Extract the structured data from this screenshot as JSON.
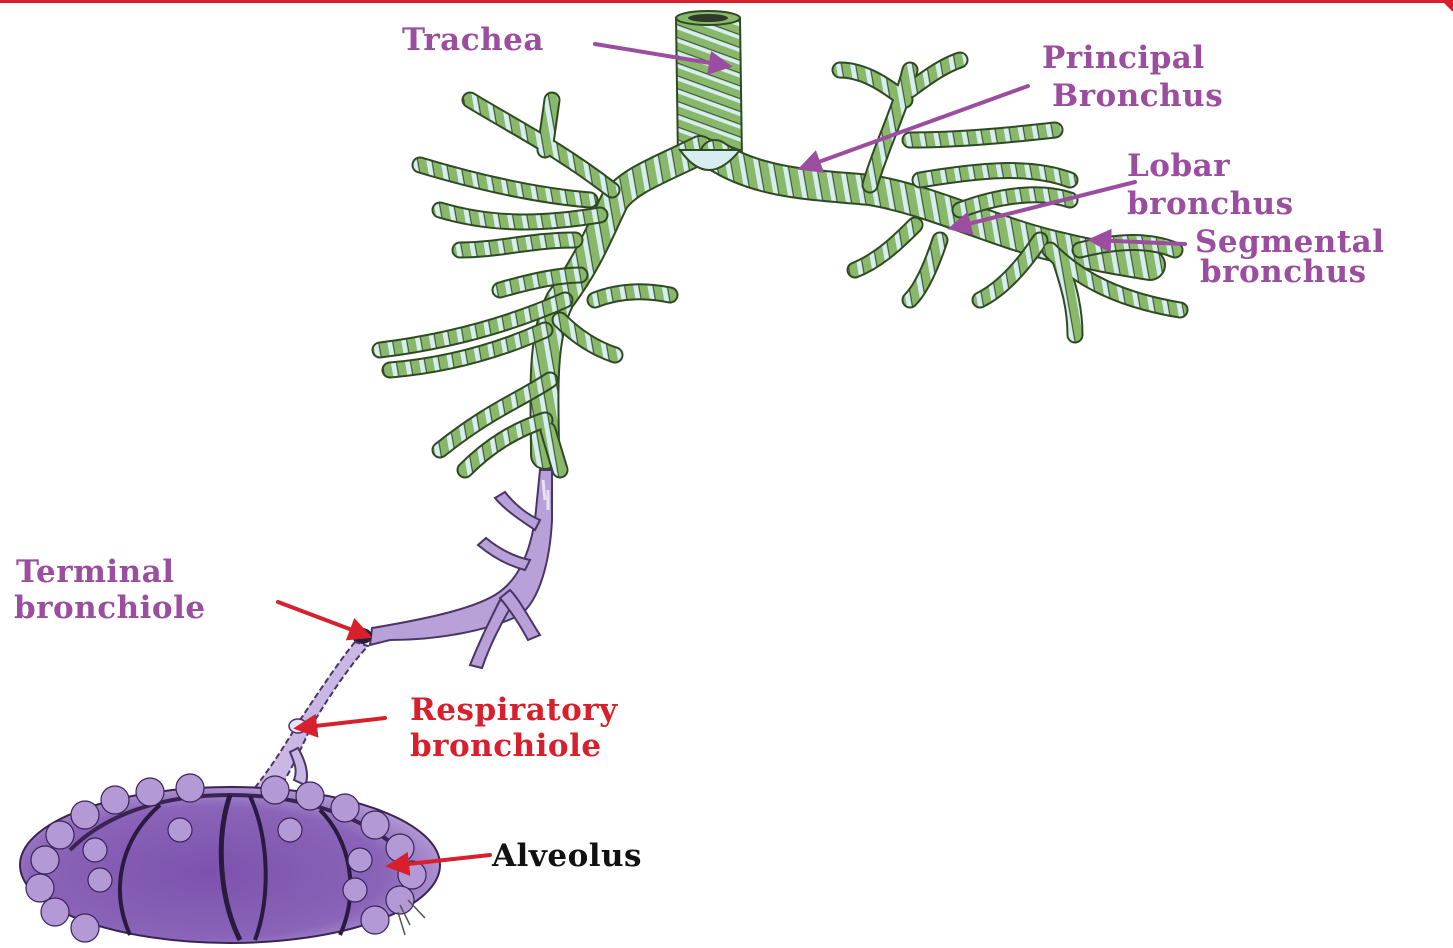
{
  "labels": {
    "trachea": "Trachea",
    "principal_line1": "Principal",
    "principal_line2": "Bronchus",
    "lobar_line1": "Lobar",
    "lobar_line2": "bronchus",
    "segmental_line1": "Segmental",
    "segmental_line2": "bronchus",
    "terminal_line1": "Terminal",
    "terminal_line2": "bronchiole",
    "respiratory_line1": "Respiratory",
    "respiratory_line2": "bronchiole",
    "alveolus": "Alveolus"
  },
  "colors": {
    "label_purple": "#9b4d9f",
    "label_red": "#d8202c",
    "label_black": "#111111",
    "airway_green": "#8ab86a",
    "airway_pale": "#d7eef0",
    "bronchiole_lilac": "#b8a0d8",
    "alveolus_purple": "#8a64b8",
    "frame_red": "#d8202c"
  },
  "icons": {
    "arrow_purple": "arrow-icon",
    "arrow_red": "arrow-icon"
  }
}
